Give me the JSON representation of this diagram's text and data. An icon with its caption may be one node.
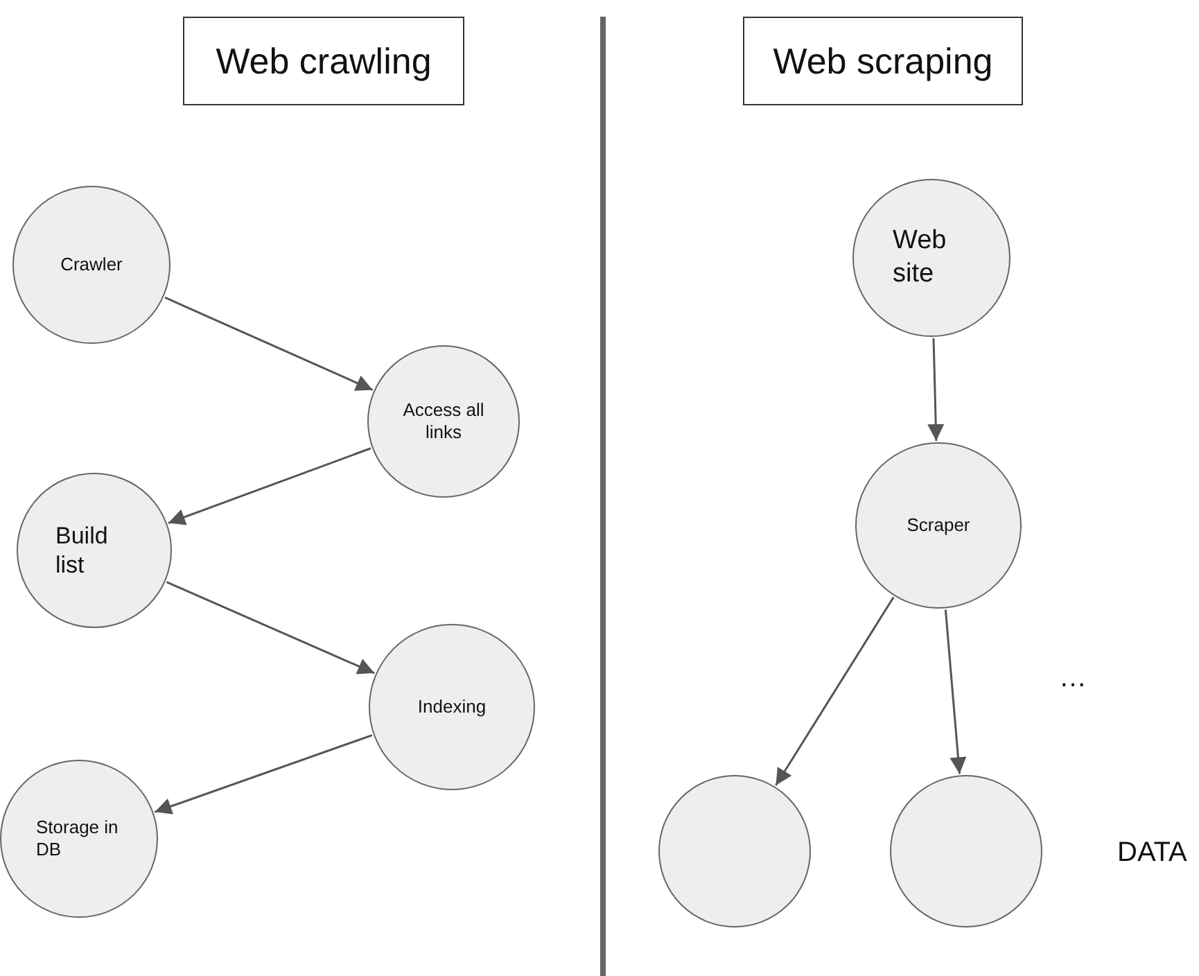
{
  "diagram": {
    "nodes": [
      {
        "text": [
          "Web crawling"
        ]
      },
      {
        "text": [
          "Crawler"
        ]
      },
      {
        "text": [
          "Access all links"
        ]
      },
      {
        "text": [
          "Build list"
        ]
      },
      {
        "text": [
          "Indexing"
        ]
      },
      {
        "text": [
          "Storage in DB"
        ]
      },
      {
        "text": [
          "Web scraping"
        ]
      },
      {
        "text": [
          "Web site"
        ]
      },
      {
        "text": [
          "Scraper"
        ]
      },
      {
        "text": [],
        "shape": "circle"
      },
      {
        "text": [],
        "shape": "circle"
      }
    ],
    "edges": [
      {
        "from": 1,
        "to": 2,
        "arrow": "to"
      },
      {
        "from": 2,
        "to": 3,
        "arrow": "to"
      },
      {
        "from": 3,
        "to": 4,
        "arrow": "to"
      },
      {
        "from": 4,
        "to": 5,
        "arrow": "to"
      },
      {
        "from": 7,
        "to": 8,
        "arrow": "to"
      },
      {
        "from": 8,
        "to": 9,
        "arrow": "to"
      },
      {
        "from": 8,
        "to": 10,
        "arrow": "to"
      }
    ],
    "labels": [
      "…",
      "DATA"
    ]
  }
}
